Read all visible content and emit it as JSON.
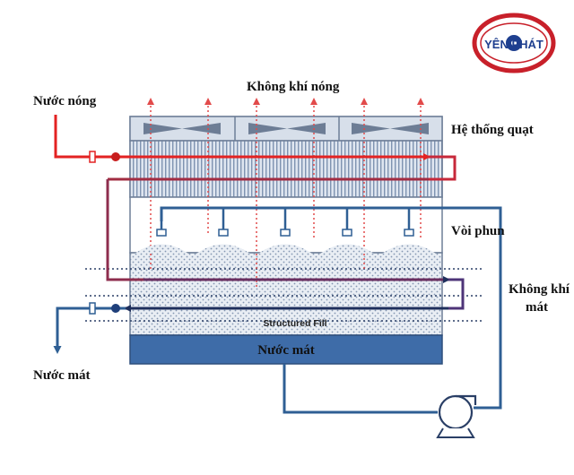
{
  "logo": {
    "text": "YÊN PHÁT",
    "ring_color": "#c8202a",
    "text_color": "#1e3f8f"
  },
  "labels": {
    "hot_water_in": "Nước nóng",
    "hot_air": "Không khí nóng",
    "fan_system": "Hệ thống quạt",
    "nozzles": "Vòi phun",
    "cool_air_line1": "Không khí",
    "cool_air_line2": "mát",
    "fill": "Structured Fill",
    "basin": "Nước mát",
    "cool_water_out": "Nước mát"
  },
  "colors": {
    "hot": "#e32222",
    "warm": "#8e2d4e",
    "mid": "#4e3478",
    "cool": "#1f4f86",
    "pipe_blue": "#2f5f94",
    "airflow": "#e24a4a",
    "frame": "#6e7f97",
    "fan_fill": "#d7dfea",
    "coil_fill": "#ccd7e6",
    "fill_bg": "#e9eef4",
    "basin": "#3e6ca8"
  },
  "icons": [
    "fan-icon",
    "pump-icon",
    "valve-icon",
    "nozzle-icon",
    "arrow-up-icon"
  ]
}
